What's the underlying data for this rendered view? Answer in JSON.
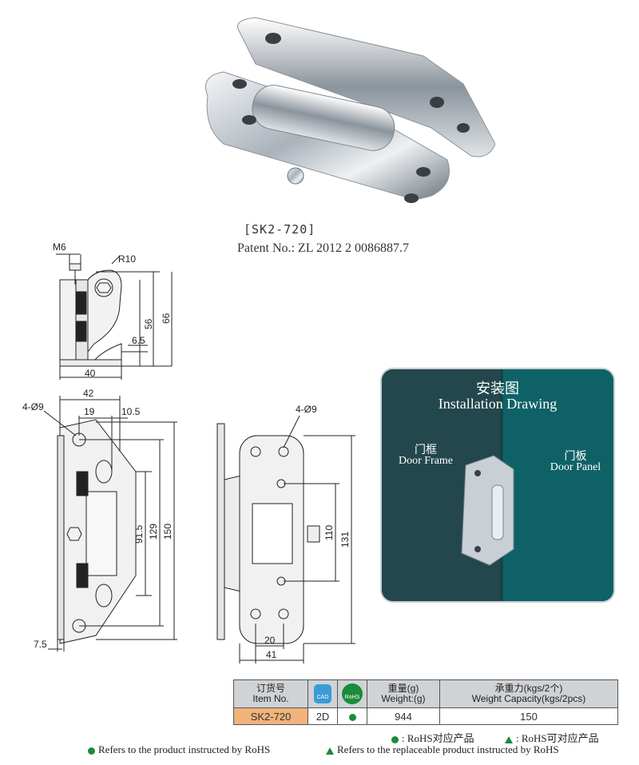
{
  "product": {
    "model_label": "[SK2-720]",
    "patent_label": "Patent No.:  ZL 2012 2 0086887.7"
  },
  "dimensions": {
    "side": {
      "m6": "M6",
      "r10": "R10",
      "h56": "56",
      "h66": "66",
      "w6_5": "6.5",
      "w40": "40"
    },
    "front": {
      "w42": "42",
      "holes": "4-Ø9",
      "w19": "19",
      "w10_5": "10.5",
      "h91_5": "91.5",
      "h129": "129",
      "h150": "150",
      "w7_5": "7.5"
    },
    "back": {
      "holes": "4-Ø9",
      "h110": "110",
      "h131": "131",
      "w20": "20",
      "w41": "41"
    }
  },
  "installation": {
    "title_cn": "安装图",
    "title_en": "Installation Drawing",
    "frame_cn": "门框",
    "frame_en": "Door Frame",
    "panel_cn": "门板",
    "panel_en": "Door Panel"
  },
  "table": {
    "headers": {
      "item_cn": "订货号",
      "item_en": "Item No.",
      "cad": "CAD",
      "rohs": "RoHS",
      "weight_cn": "重量(g)",
      "weight_en": "Weight:(g)",
      "cap_cn": "承重力(kgs/2个)",
      "cap_en": "Weight Capacity(kgs/2pcs)"
    },
    "row": {
      "item": "SK2-720",
      "cad": "2D",
      "weight": "944",
      "capacity": "150"
    }
  },
  "legend": {
    "rohs_cn": ": RoHS对应产品",
    "rohs_alt_cn": ": RoHS可对应产品",
    "rohs_en": "Refers to the product instructed by RoHS",
    "rohs_alt_en": "Refers to the replaceable product instructed by RoHS"
  },
  "colors": {
    "accent_green": "#1a8c3a",
    "item_cell": "#f1b37a",
    "header_gray": "#cfd3d6"
  }
}
